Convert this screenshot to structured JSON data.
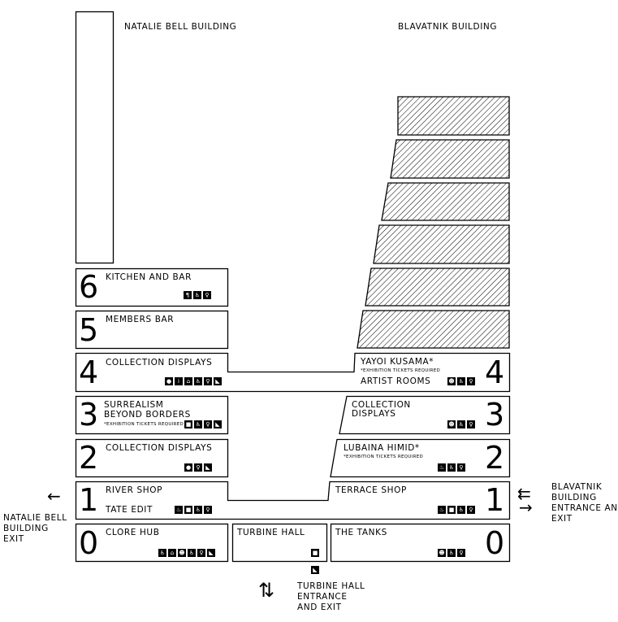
{
  "buildings": {
    "natalie_bell": "NATALIE BELL BUILDING",
    "blavatnik": "BLAVATNIK BUILDING"
  },
  "floors": {
    "f6": {
      "number": "6",
      "left": "KITCHEN AND BAR"
    },
    "f5": {
      "number": "5",
      "left": "MEMBERS BAR"
    },
    "f4": {
      "number": "4",
      "left": "COLLECTION DISPLAYS",
      "right_title": "YAYOI KUSAMA*",
      "right_note": "*EXHIBITION TICKETS REQUIRED",
      "right_sub": "ARTIST ROOMS"
    },
    "f3": {
      "number": "3",
      "left_line1": "SURREALISM",
      "left_line2": "BEYOND BORDERS",
      "left_note": "*EXHIBITION TICKETS REQUIRED",
      "right_line1": "COLLECTION",
      "right_line2": "DISPLAYS"
    },
    "f2": {
      "number": "2",
      "left": "COLLECTION DISPLAYS",
      "right_title": "LUBAINA HIMID*",
      "right_note": "*EXHIBITION TICKETS REQUIRED"
    },
    "f1": {
      "number": "1",
      "left_line1": "RIVER SHOP",
      "left_line2": "TATE EDIT",
      "right": "TERRACE SHOP"
    },
    "f0": {
      "number": "0",
      "left": "CLORE HUB",
      "center": "TURBINE HALL",
      "right": "THE TANKS"
    }
  },
  "exits": {
    "natalie_bell": [
      "NATALIE BELL",
      "BUILDING",
      "EXIT"
    ],
    "blavatnik": [
      "BLAVATNIK",
      "BUILDING",
      "ENTRANCE AND",
      "EXIT"
    ],
    "turbine": [
      "TURBINE HALL",
      "ENTRANCE",
      "AND EXIT"
    ]
  },
  "icons": {
    "f6_left": [
      "cutlery-icon",
      "wheelchair-icon",
      "toilet-icon"
    ],
    "f4_left": [
      "water-icon",
      "info-icon",
      "cloakroom-icon",
      "wheelchair-icon",
      "toilet-icon",
      "stairs-icon"
    ],
    "f4_right": [
      "baby-change-icon",
      "wheelchair-icon",
      "toilet-icon"
    ],
    "f3_left": [
      "shop-icon",
      "wheelchair-icon",
      "toilet-icon",
      "stairs-icon"
    ],
    "f3_right": [
      "baby-change-icon",
      "wheelchair-icon",
      "toilet-icon"
    ],
    "f2_left": [
      "water-icon",
      "toilet-icon",
      "stairs-icon"
    ],
    "f2_right": [
      "cafe-icon",
      "wheelchair-icon",
      "toilet-icon"
    ],
    "f1_left": [
      "cafe-icon",
      "shop-icon",
      "wheelchair-icon",
      "toilet-icon"
    ],
    "f1_right": [
      "cafe-icon",
      "shop-icon",
      "wheelchair-icon",
      "toilet-icon"
    ],
    "f0_left": [
      "accessible-toilet-icon",
      "cloakroom-icon",
      "baby-change-icon",
      "wheelchair-icon",
      "toilet-icon",
      "stairs-icon"
    ],
    "f0_center": [
      "shop-icon"
    ],
    "f0_center_below": [
      "stairs-icon"
    ],
    "f0_right": [
      "baby-change-icon",
      "wheelchair-icon",
      "toilet-icon"
    ]
  },
  "glyphs": {
    "cutlery-icon": "¶",
    "wheelchair-icon": "♿",
    "toilet-icon": "♀",
    "water-icon": "●",
    "info-icon": "i",
    "cloakroom-icon": "⌂",
    "stairs-icon": "◣",
    "baby-change-icon": "☻",
    "shop-icon": "■",
    "cafe-icon": "♨",
    "accessible-toilet-icon": "♿"
  },
  "arrows": {
    "left": "←",
    "right_pair_top": "⇇",
    "right_pair_bottom": "→",
    "up_down": "⇅"
  }
}
